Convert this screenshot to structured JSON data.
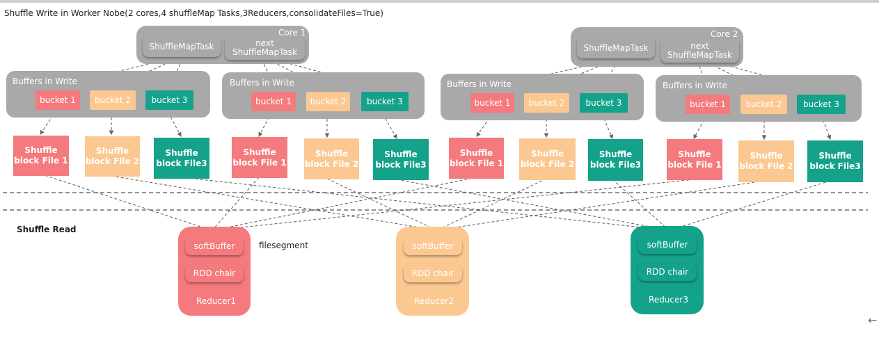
{
  "title": "Shuffle Write in Worker Nobe(2 cores,4 shuffleMap Tasks,3Reducers,consolidateFiles=True)",
  "cores": [
    {
      "label": "Core 1",
      "task_label": "ShuffleMapTask",
      "next_task_label": "next\nShuffleMapTask"
    },
    {
      "label": "Core 2",
      "task_label": "ShuffleMapTask",
      "next_task_label": "next\nShuffleMapTask"
    }
  ],
  "buffer_groups": [
    {
      "label": "Buffers in Write",
      "buckets": [
        "bucket 1",
        "bucket 2",
        "bucket 3"
      ],
      "files": [
        "Shuffle\nblock File 1",
        "Shuffle\nblock File 2",
        "Shuffle\nblock File3"
      ]
    },
    {
      "label": "Buffers in Write",
      "buckets": [
        "bucket 1",
        "bucket 2",
        "bucket 3"
      ],
      "files": [
        "Shuffle\nblock File 1",
        "Shuffle\nblock File 2",
        "Shuffle\nblock File3"
      ]
    },
    {
      "label": "Buffers in Write",
      "buckets": [
        "bucket 1",
        "bucket 2",
        "bucket 3"
      ],
      "files": [
        "Shuffle\nblock File 1",
        "Shuffle\nblock File 2",
        "Shuffle\nblock File3"
      ]
    },
    {
      "label": "Buffers in Write",
      "buckets": [
        "bucket 1",
        "bucket 2",
        "bucket 3"
      ],
      "files": [
        "Shuffle\nblock File 1",
        "Shuffle\nblock File 2",
        "Shuffle\nblock File3"
      ]
    }
  ],
  "shuffle_read_label": "Shuffle Read",
  "filesegment_label": "filesegment",
  "reducers": [
    {
      "soft_buffer": "softBuffer",
      "rdd_chair": "RDD chair",
      "label": "Reducer1"
    },
    {
      "soft_buffer": "softBuffer",
      "rdd_chair": "RDD chair",
      "label": "Reducer2"
    },
    {
      "soft_buffer": "softBuffer",
      "rdd_chair": "RDD chair",
      "label": "Reducer3"
    }
  ],
  "colors": {
    "red": "#f47a7e",
    "orange": "#fcc891",
    "teal": "#14a28a",
    "gray": "#a9a9a9",
    "line": "#666666"
  },
  "icons": {
    "nav": "arrow-left-icon"
  }
}
